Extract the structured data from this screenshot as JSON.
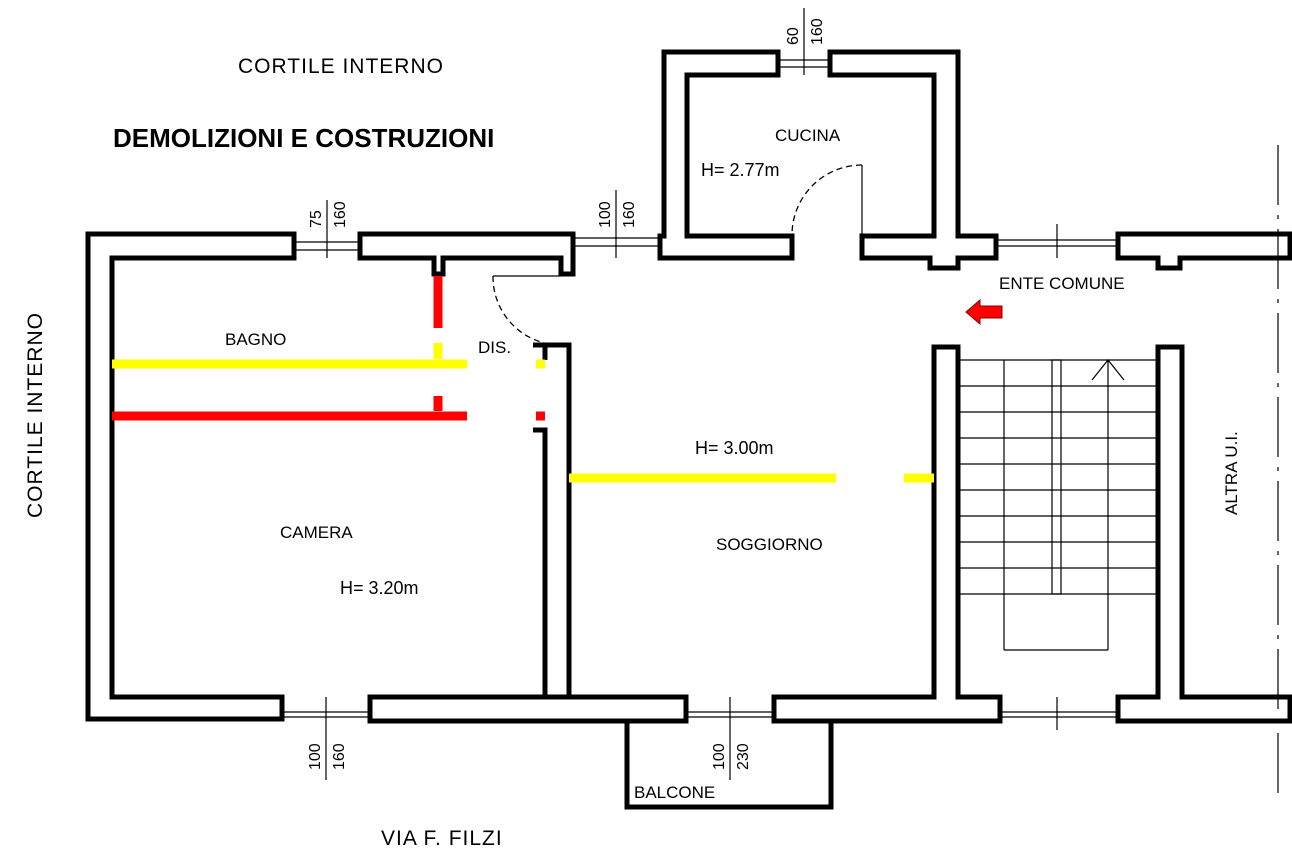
{
  "title": "DEMOLIZIONI E COSTRUZIONI",
  "surroundings": {
    "top": "CORTILE  INTERNO",
    "left": "CORTILE  INTERNO",
    "bottom": "VIA  F.  FILZI",
    "right": "ALTRA U.I.",
    "entrance": "ENTE  COMUNE"
  },
  "rooms": {
    "cucina": {
      "name": "CUCINA",
      "height": "H=  2.77m"
    },
    "bagno": {
      "name": "BAGNO"
    },
    "dis": {
      "name": "DIS."
    },
    "camera": {
      "name": "CAMERA",
      "height": "H=  3.20m"
    },
    "soggiorno": {
      "name": "SOGGIORNO",
      "height": "H=  3.00m"
    },
    "balcone": {
      "name": "BALCONE"
    }
  },
  "openings": {
    "cucina_window": {
      "w": "60",
      "h": "160"
    },
    "bagno_window": {
      "w": "75",
      "h": "160"
    },
    "dis_window": {
      "w": "100",
      "h": "160"
    },
    "camera_window": {
      "w": "100",
      "h": "160"
    },
    "balcone_door": {
      "w": "100",
      "h": "230"
    }
  },
  "legend_colors": {
    "demolizioni": "#ff0000",
    "costruzioni": "#ffff00"
  }
}
